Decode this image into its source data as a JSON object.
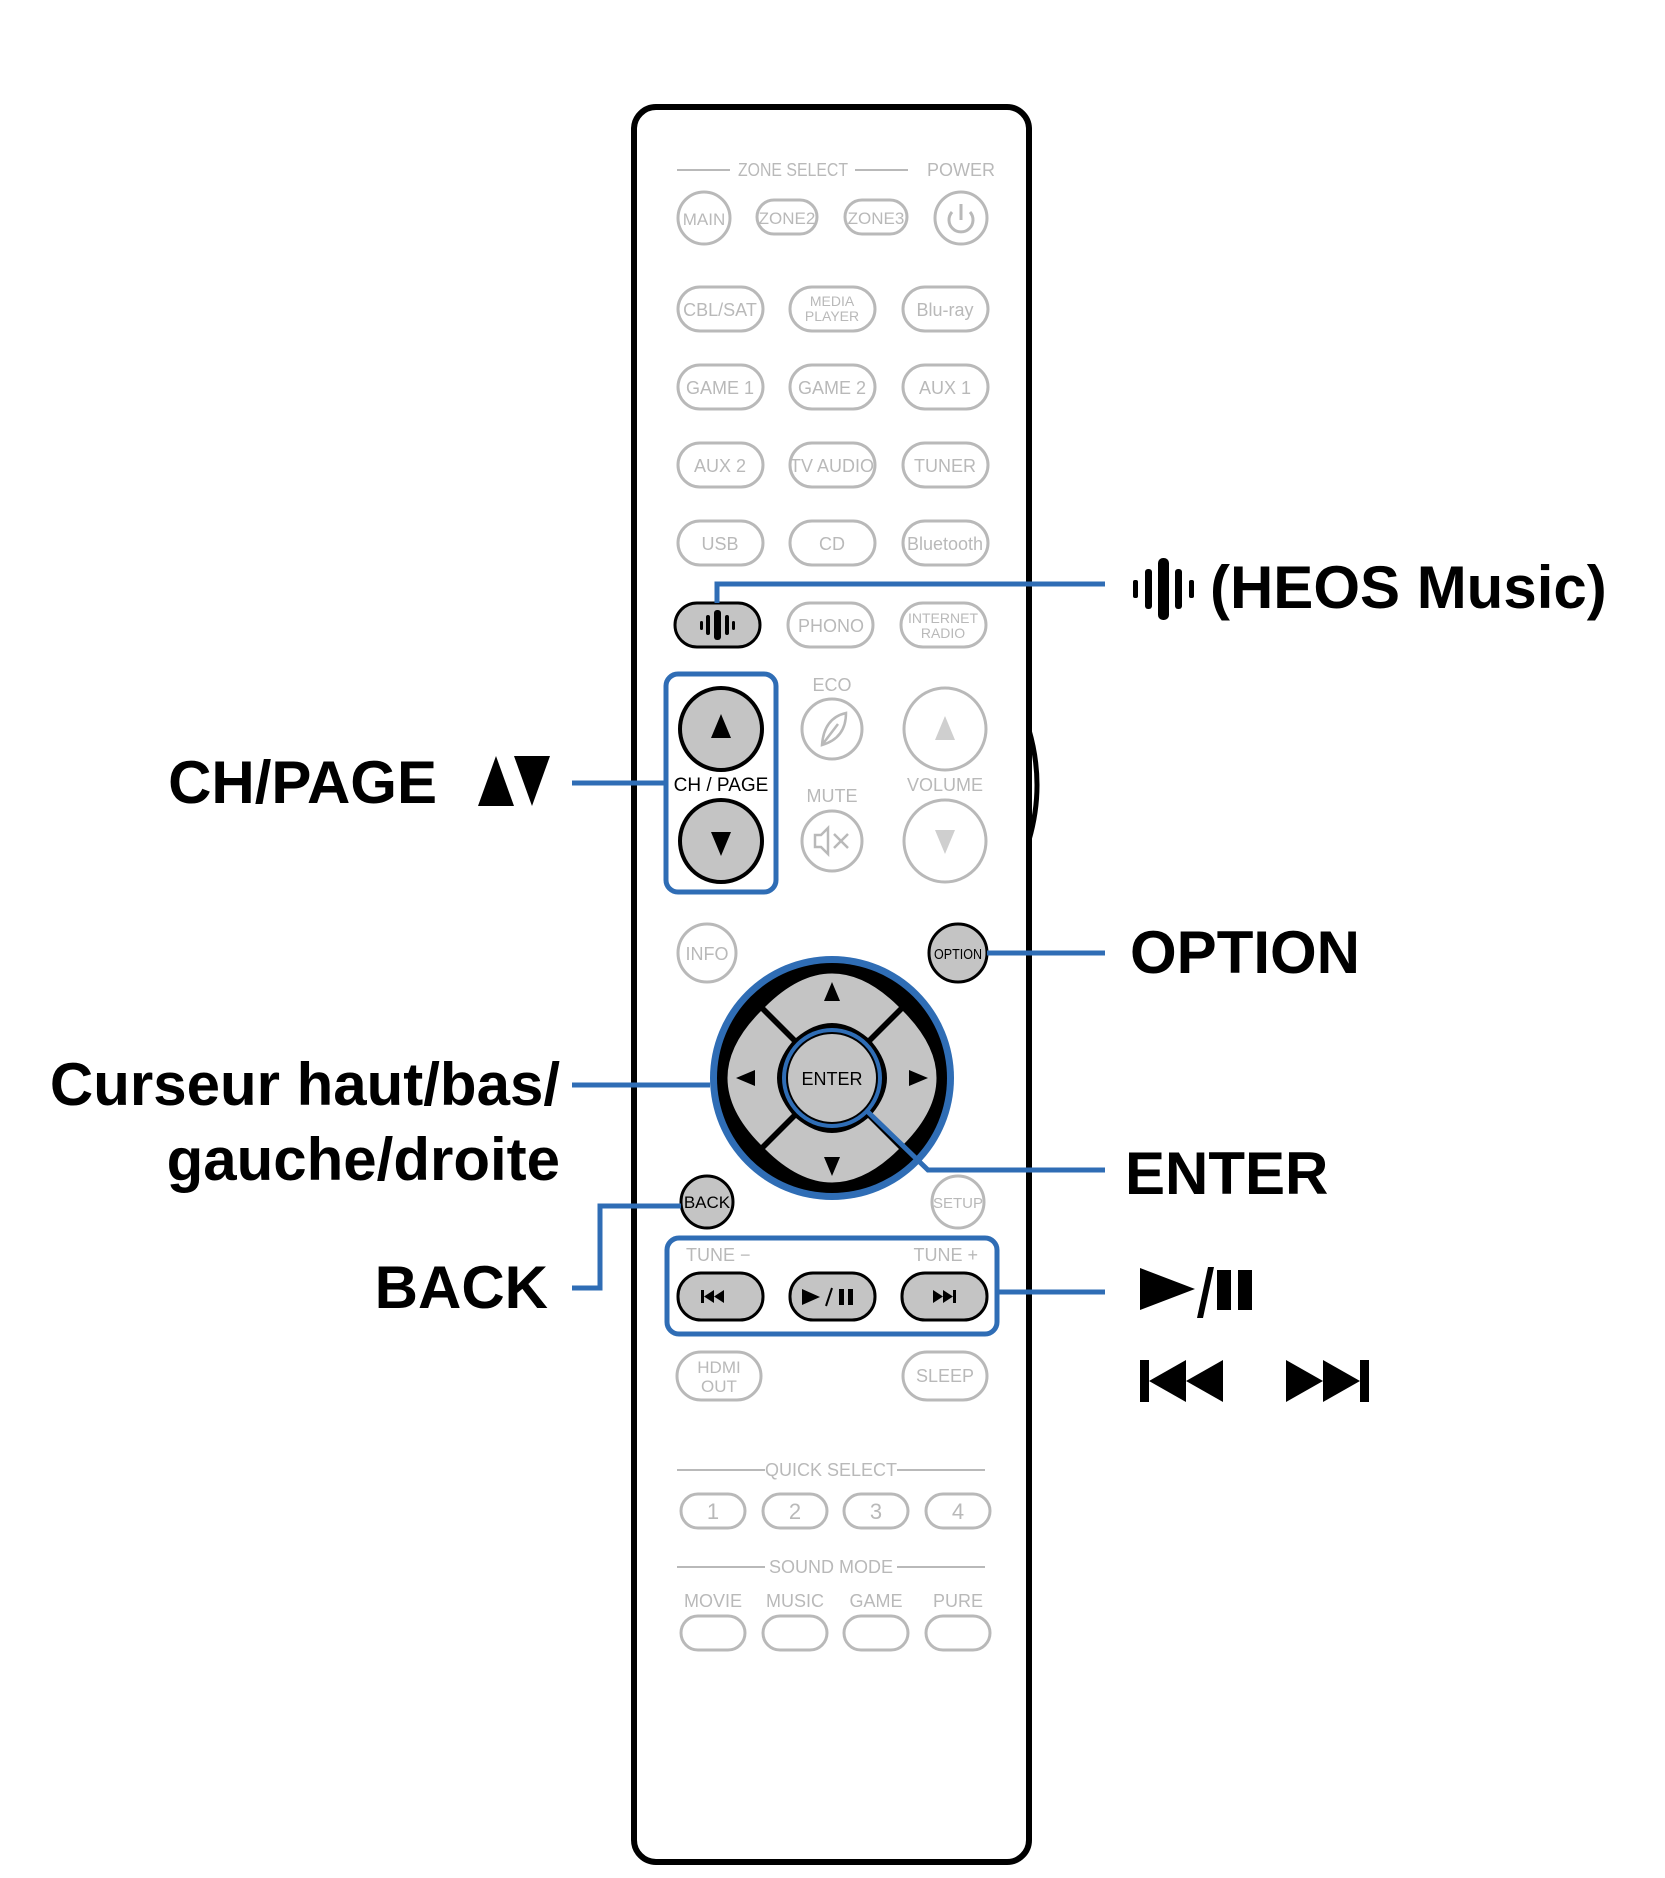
{
  "remote": {
    "zone_select_label": "ZONE SELECT",
    "power_label": "POWER",
    "zone_buttons": [
      "MAIN",
      "ZONE2",
      "ZONE3"
    ],
    "source_rows": [
      [
        {
          "line1": "CBL/SAT"
        },
        {
          "line1": "MEDIA",
          "line2": "PLAYER"
        },
        {
          "line1": "Blu-ray"
        }
      ],
      [
        {
          "line1": "GAME 1"
        },
        {
          "line1": "GAME 2"
        },
        {
          "line1": "AUX 1"
        }
      ],
      [
        {
          "line1": "AUX 2"
        },
        {
          "line1": "TV AUDIO"
        },
        {
          "line1": "TUNER"
        }
      ],
      [
        {
          "line1": "USB"
        },
        {
          "line1": "CD"
        },
        {
          "line1": "Bluetooth"
        }
      ]
    ],
    "phono_label": "PHONO",
    "internet_radio_line1": "INTERNET",
    "internet_radio_line2": "RADIO",
    "eco_label": "ECO",
    "ch_page_label": "CH / PAGE",
    "mute_label": "MUTE",
    "volume_label": "VOLUME",
    "info_label": "INFO",
    "option_label": "OPTION",
    "enter_label": "ENTER",
    "back_label": "BACK",
    "setup_label": "SETUP",
    "tune_minus_label": "TUNE −",
    "tune_plus_label": "TUNE +",
    "hdmi_out_line1": "HDMI",
    "hdmi_out_line2": "OUT",
    "sleep_label": "SLEEP",
    "quick_select_label": "QUICK SELECT",
    "quick_select_buttons": [
      "1",
      "2",
      "3",
      "4"
    ],
    "sound_mode_label": "SOUND MODE",
    "sound_mode_buttons": [
      "MOVIE",
      "MUSIC",
      "GAME",
      "PURE"
    ]
  },
  "callouts": {
    "heos": "(HEOS Music)",
    "ch_page": "CH/PAGE",
    "option": "OPTION",
    "cursor_line1": "Curseur haut/bas/",
    "cursor_line2": "gauche/droite",
    "enter": "ENTER",
    "back": "BACK"
  },
  "colors": {
    "highlight_blue": "#2f6db5",
    "faded_gray": "#b9b9b9",
    "button_fill": "#c4c4c4",
    "outline": "#000000"
  },
  "icons": {
    "heos": "heos-icon",
    "up": "triangle-up-icon",
    "down": "triangle-down-icon",
    "play_pause": "play-pause-icon",
    "skip_prev": "skip-previous-icon",
    "skip_next": "skip-next-icon",
    "power": "power-icon",
    "eco": "leaf-icon",
    "mute": "mute-icon"
  }
}
